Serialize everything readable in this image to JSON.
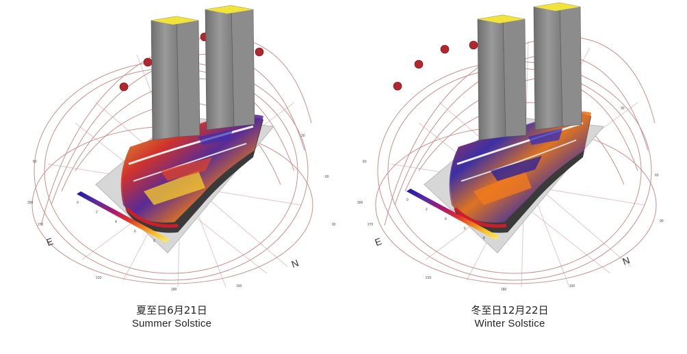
{
  "colors": {
    "background": "#ffffff",
    "sunpath": "#b46a6a",
    "sun_marker": "#b0272d",
    "tower": "#8c8c8c",
    "tower_top": "#f2e33a",
    "ground": "#d7d7d7",
    "scale_stops": [
      "#1a1aa6",
      "#5a2aa0",
      "#b0186a",
      "#e0322a",
      "#f07a1e",
      "#f6c634",
      "#fbf06a"
    ]
  },
  "panels": [
    {
      "caption_cn": "夏至日6月21日",
      "caption_en": "Summer Solstice",
      "compass": {
        "east": "E",
        "north": "N"
      }
    },
    {
      "caption_cn": "冬至日12月22日",
      "caption_en": "Winter Solstice",
      "compass": {
        "east": "E",
        "north": "N"
      }
    }
  ]
}
